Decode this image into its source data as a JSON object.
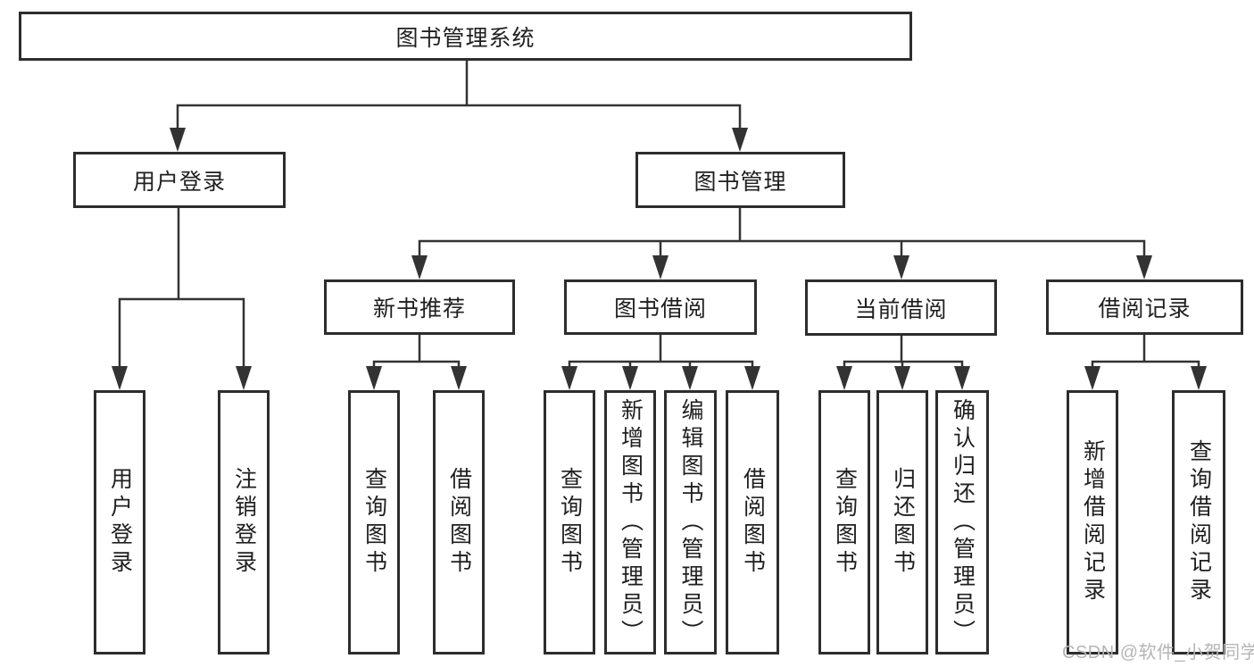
{
  "tree": {
    "label": "图书管理系统",
    "children": [
      {
        "label": "用户登录",
        "children": [
          {
            "label": "用户登录"
          },
          {
            "label": "注销登录"
          }
        ]
      },
      {
        "label": "图书管理",
        "children": [
          {
            "label": "新书推荐",
            "children": [
              {
                "label": "查询图书"
              },
              {
                "label": "借阅图书"
              }
            ]
          },
          {
            "label": "图书借阅",
            "children": [
              {
                "label": "查询图书"
              },
              {
                "label": "新增图书（管理员）"
              },
              {
                "label": "编辑图书（管理员）"
              },
              {
                "label": "借阅图书"
              }
            ]
          },
          {
            "label": "当前借阅",
            "children": [
              {
                "label": "查询图书"
              },
              {
                "label": "归还图书"
              },
              {
                "label": "确认归还（管理员）"
              }
            ]
          },
          {
            "label": "借阅记录",
            "children": [
              {
                "label": "新增借阅记录"
              },
              {
                "label": "查询借阅记录"
              }
            ]
          }
        ]
      }
    ]
  },
  "watermark": {
    "text": "CSDN @软件_小贺同学"
  },
  "colors": {
    "line": "#333333",
    "box_border": "#2d2d2d",
    "text": "#1f1f1f",
    "watermark": "#b5b5b5",
    "background": "#ffffff"
  }
}
